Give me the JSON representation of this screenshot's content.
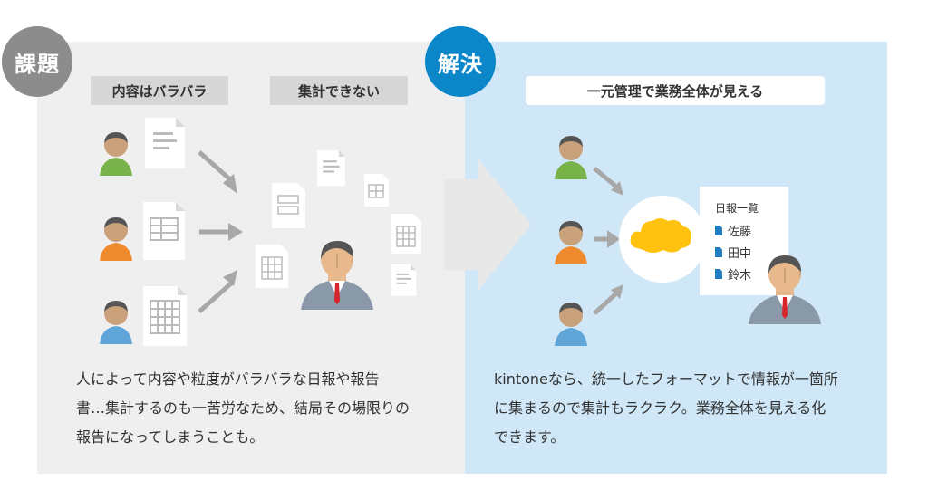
{
  "problem": {
    "badge": "課題",
    "label_scattered": "内容はバラバラ",
    "label_cannot_aggregate": "集計できない",
    "description_lines": [
      "人によって内容や粒度がバラバラな日報や報告",
      "書…集計するのも一苦労なため、結局その場限りの",
      "報告になってしまうことも。"
    ]
  },
  "solution": {
    "badge": "解決",
    "label": "一元管理で業務全体が見える",
    "list_title": "日報一覧",
    "list_items": [
      "佐藤",
      "田中",
      "鈴木"
    ],
    "description_lines": [
      "kintoneなら、統一したフォーマットで情報が一箇所",
      "に集まるので集計もラクラク。業務全体を見える化",
      "できます。"
    ]
  },
  "colors": {
    "problem_badge": "#8c8c8c",
    "solution_badge": "#0a86c9",
    "solution_panel": "#cfe7f6",
    "problem_panel": "#efefef",
    "cloud": "#ffc20e"
  },
  "icons": [
    "person-icon",
    "document-icon",
    "arrow-icon",
    "cloud-icon",
    "manager-icon"
  ]
}
